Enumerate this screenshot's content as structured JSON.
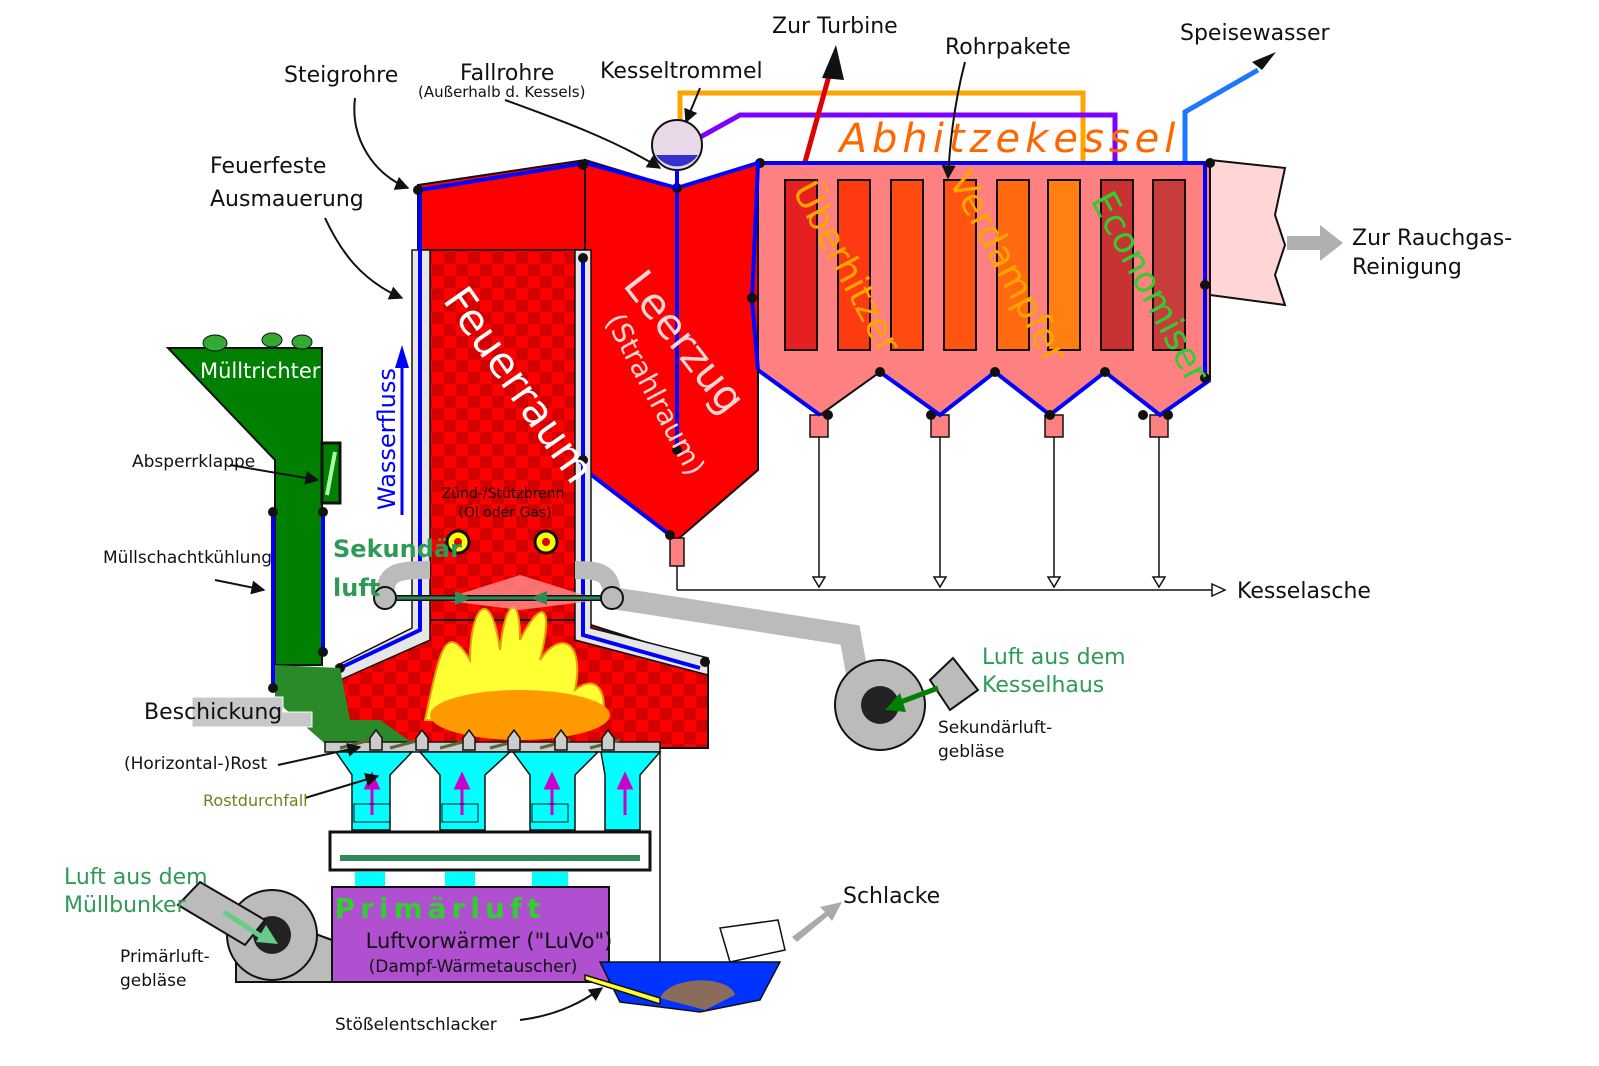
{
  "colors": {
    "furnace_red": "#ff0000",
    "boiler_pink": "#ff8080",
    "exhaust_pink": "#ffd5d5",
    "hopper_green": "#008000",
    "preheater_purple": "#b050d0",
    "primary_air_cyan": "#00ffff",
    "water_blue": "#0000ff",
    "steam_red": "#e00000",
    "feedwater_blue": "#1e78ff",
    "drum_link_orange": "#ffa500",
    "economizer_link_violet": "#8000ff",
    "ash_arrow_gray": "#b0b0b0",
    "air_duct_gray": "#bbbbbb",
    "quench_blue": "#0033ff"
  },
  "labels": {
    "zur_turbine": "Zur Turbine",
    "rohrpakete": "Rohrpakete",
    "speisewasser": "Speisewasser",
    "steigrohre": "Steigrohre",
    "fallrohre": "Fallrohre",
    "fallrohre_note": "(Außerhalb d. Kessels)",
    "kesseltrommel": "Kesseltrommel",
    "feuerfeste": "Feuerfeste",
    "ausmauerung": "Ausmauerung",
    "abhitzekessel": "Abhitzekessel",
    "ueberhitzer": "Überhitzer",
    "verdampfer": "Verdampfer",
    "economiser": "Economiser",
    "rauchgas_1": "Zur Rauchgas-",
    "rauchgas_2": "Reinigung",
    "feuerraum": "Feuerraum",
    "leerzug": "Leerzug",
    "strahlraum": "(Strahlraum)",
    "wasserfluss": "Wasserfluss",
    "muelltrichter": "Mülltrichter",
    "absperrklappe": "Absperrklappe",
    "muellschachtkuehlung": "Müllschachtkühlung",
    "zuend_1": "Zünd-/Stützbrenn",
    "zuend_2": "(Öl oder Gas)",
    "sekundaer_1": "Sekundär",
    "sekundaer_2": "luft",
    "kesselasche": "Kesselasche",
    "kesselhaus_1": "Luft aus dem",
    "kesselhaus_2": "Kesselhaus",
    "sek_geblaese_1": "Sekundärluft-",
    "sek_geblaese_2": "gebläse",
    "beschickung": "Beschickung",
    "rost": "(Horizontal-)Rost",
    "rostdurchfall": "Rostdurchfall",
    "muellbunker_1": "Luft aus dem",
    "muellbunker_2": "Müllbunker",
    "prim_geblaese_1": "Primärluft-",
    "prim_geblaese_2": "gebläse",
    "primaerluft": "Primärluft",
    "luvo": "Luftvorwärmer (\"LuVo\")",
    "luvo_sub": "(Dampf-Wärmetauscher)",
    "schlacke": "Schlacke",
    "stoesselentschlacker": "Stößelentschlacker"
  }
}
